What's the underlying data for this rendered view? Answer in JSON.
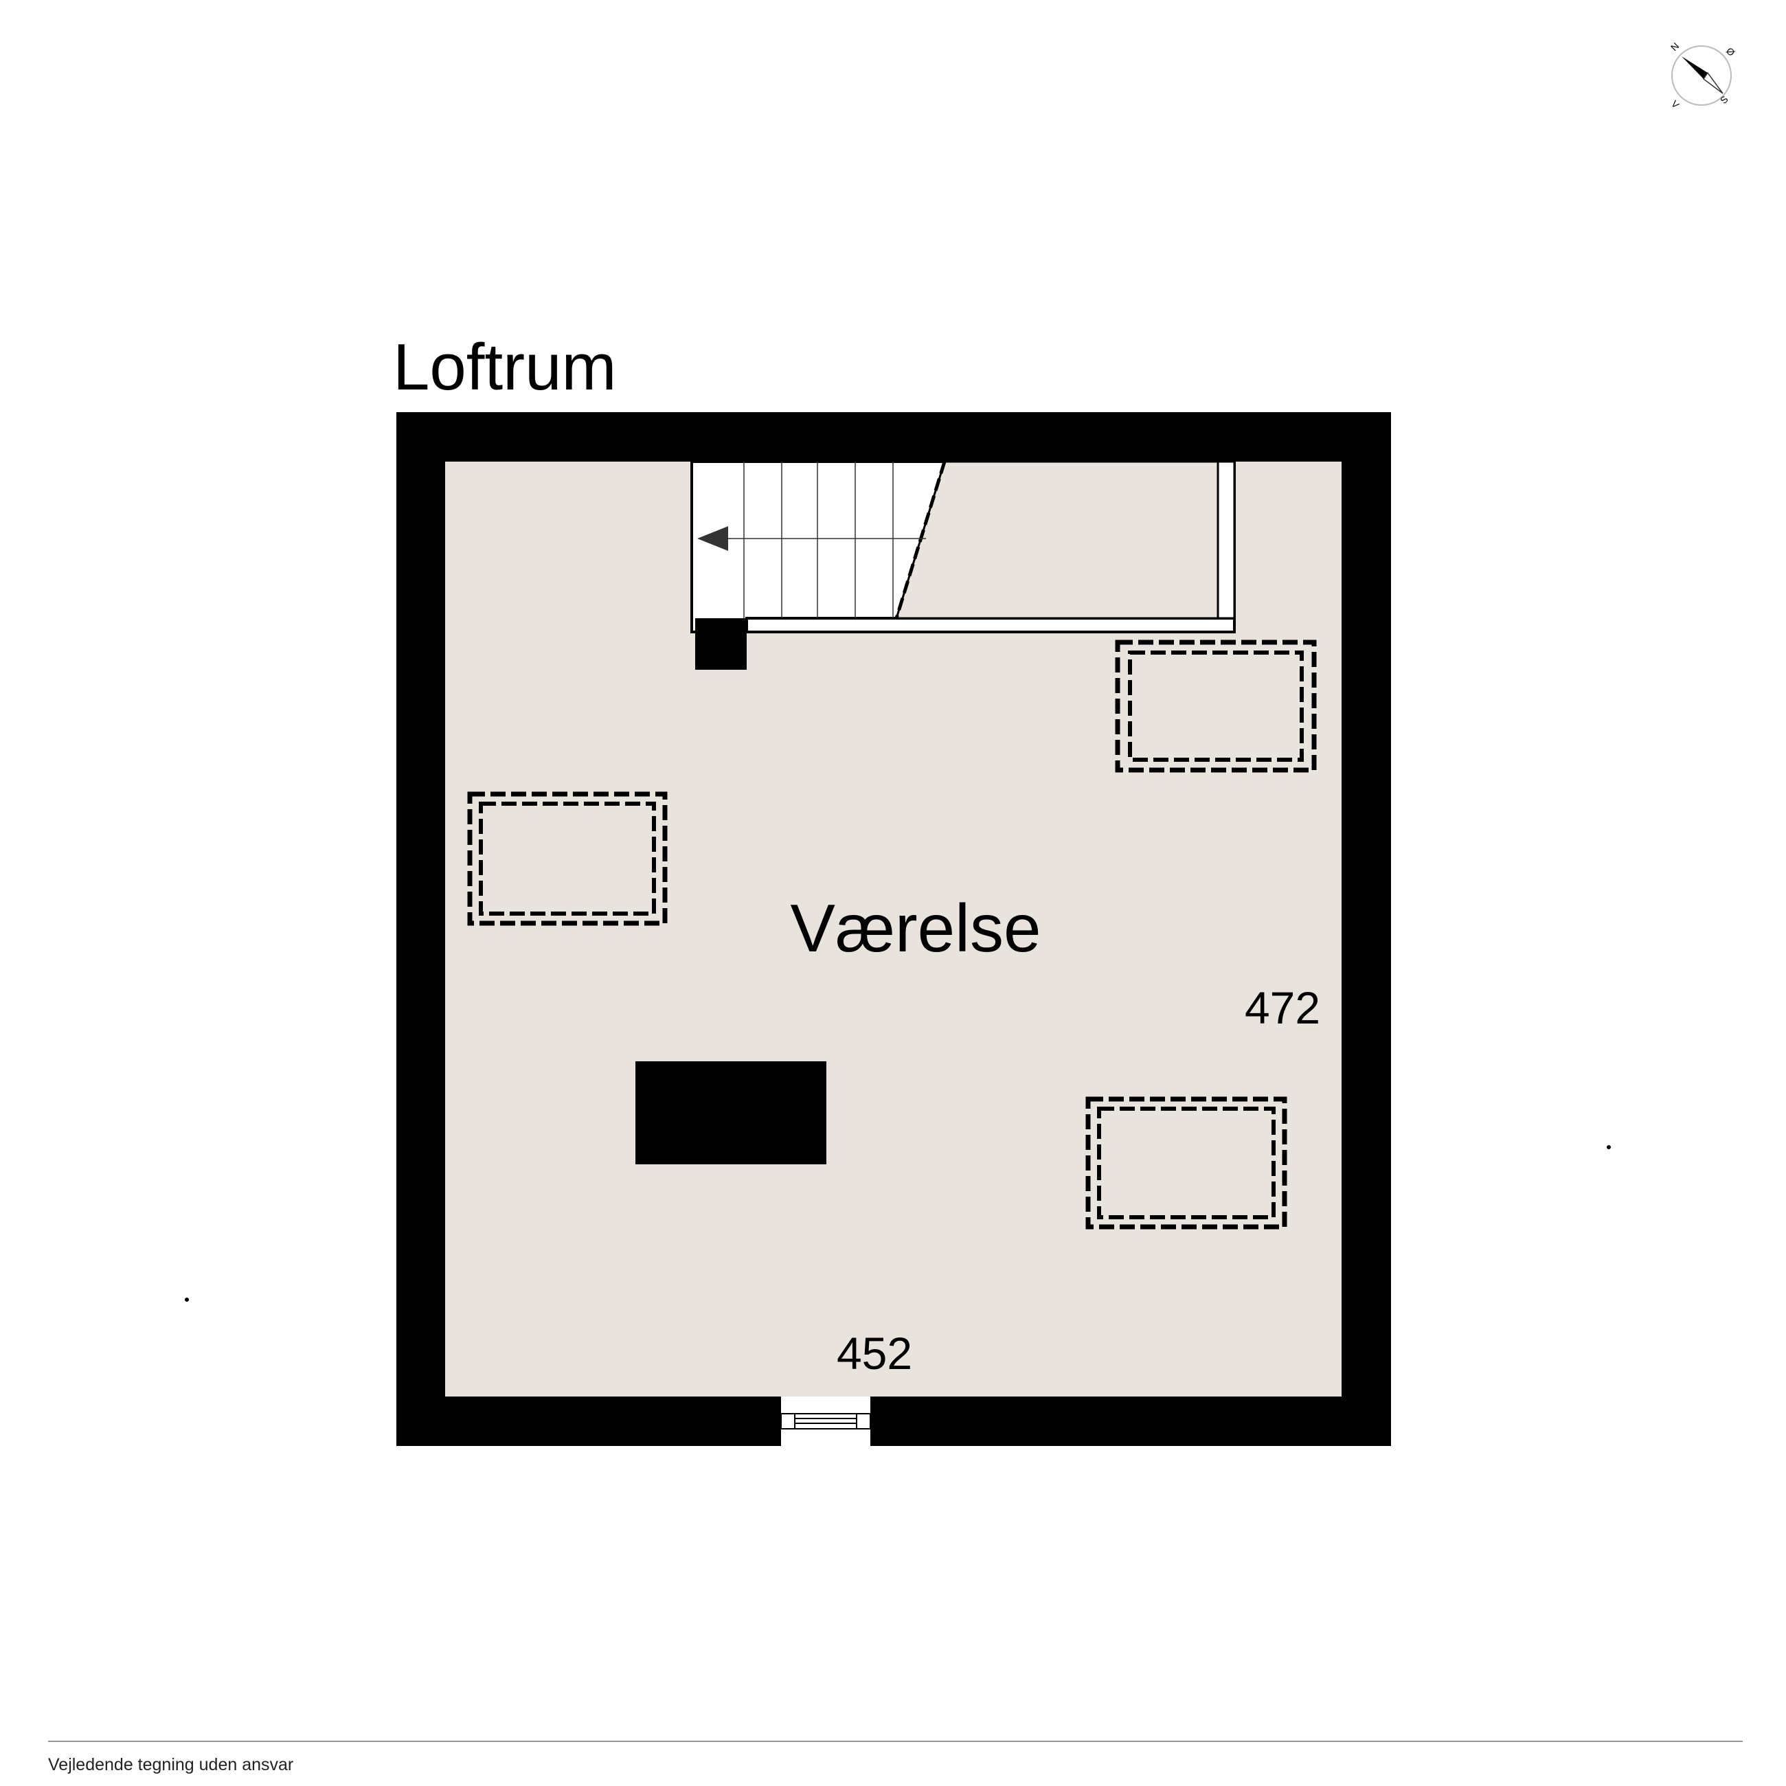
{
  "floor_title": "Loftrum",
  "room": {
    "name": "Værelse",
    "dim_height": "472",
    "dim_width": "452"
  },
  "compass": {
    "north": "N",
    "east": "Ø",
    "south": "S",
    "west": "V"
  },
  "footer": {
    "disclaimer": "Vejledende tegning uden ansvar"
  },
  "colors": {
    "floor": "#e8e3dd",
    "wall": "#000000",
    "paper": "#ffffff"
  }
}
